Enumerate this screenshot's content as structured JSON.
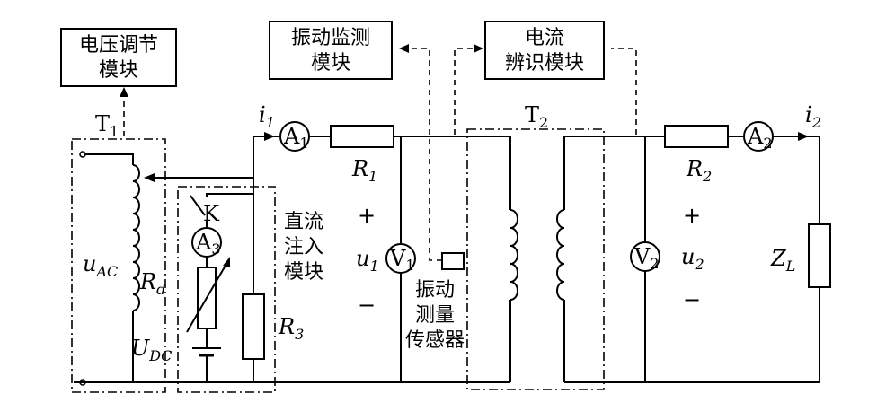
{
  "modules": {
    "voltage_regulation": [
      "电压调节",
      "模块"
    ],
    "vibration_monitoring": [
      "振动监测",
      "模块"
    ],
    "current_identification": [
      "电流",
      "辨识模块"
    ],
    "dc_injection": [
      "直流",
      "注入",
      "模块"
    ],
    "vibration_sensor": [
      "振动",
      "测量",
      "传感器"
    ]
  },
  "labels": {
    "T1": "T",
    "T1_sub": "1",
    "T2": "T",
    "T2_sub": "2",
    "i1": "i",
    "i1_sub": "1",
    "i2": "i",
    "i2_sub": "2",
    "A1": "A",
    "A1_sub": "1",
    "A2": "A",
    "A2_sub": "2",
    "A3": "A",
    "A3_sub": "3",
    "V1": "V",
    "V1_sub": "1",
    "V2": "V",
    "V2_sub": "2",
    "R1": "R",
    "R1_sub": "1",
    "R2": "R",
    "R2_sub": "2",
    "R3": "R",
    "R3_sub": "3",
    "Rd": "R",
    "Rd_sub": "d",
    "uAC": "u",
    "uAC_sub": "AC",
    "UDC": "U",
    "UDC_sub": "DC",
    "u1": "u",
    "u1_sub": "1",
    "u2": "u",
    "u2_sub": "2",
    "ZL": "Z",
    "ZL_sub": "L",
    "K": "K",
    "plus": "+",
    "minus": "−"
  }
}
